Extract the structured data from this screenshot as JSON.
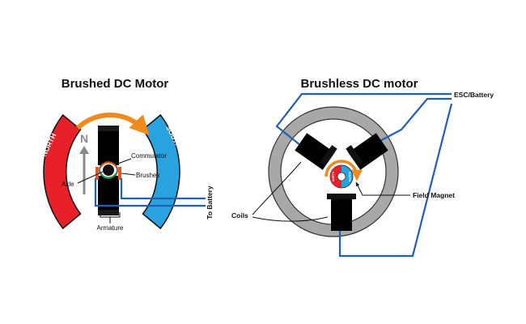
{
  "brushed": {
    "title": "Brushed DC Motor",
    "north_label": "NORTH",
    "south_label": "SOUTH",
    "n_label": "N",
    "commutator_label": "Commutator",
    "brushes_label": "Brushes",
    "axle_label": "Axle",
    "armature_label": "Armature",
    "battery_label": "To Battery"
  },
  "brushless": {
    "title": "Brushless DC motor",
    "esc_label": "ESC/Battery",
    "field_magnet_label": "Field Magnet",
    "coils_label": "Coils",
    "rotor_north": "NORTH",
    "rotor_south": "SOUTH"
  },
  "colors": {
    "north": "#e8202a",
    "south": "#29a3e0",
    "coil": "#22a84a",
    "wire": "#1f5fb8",
    "arrow": "#f08a1c",
    "stator": "#a8a8a8"
  }
}
